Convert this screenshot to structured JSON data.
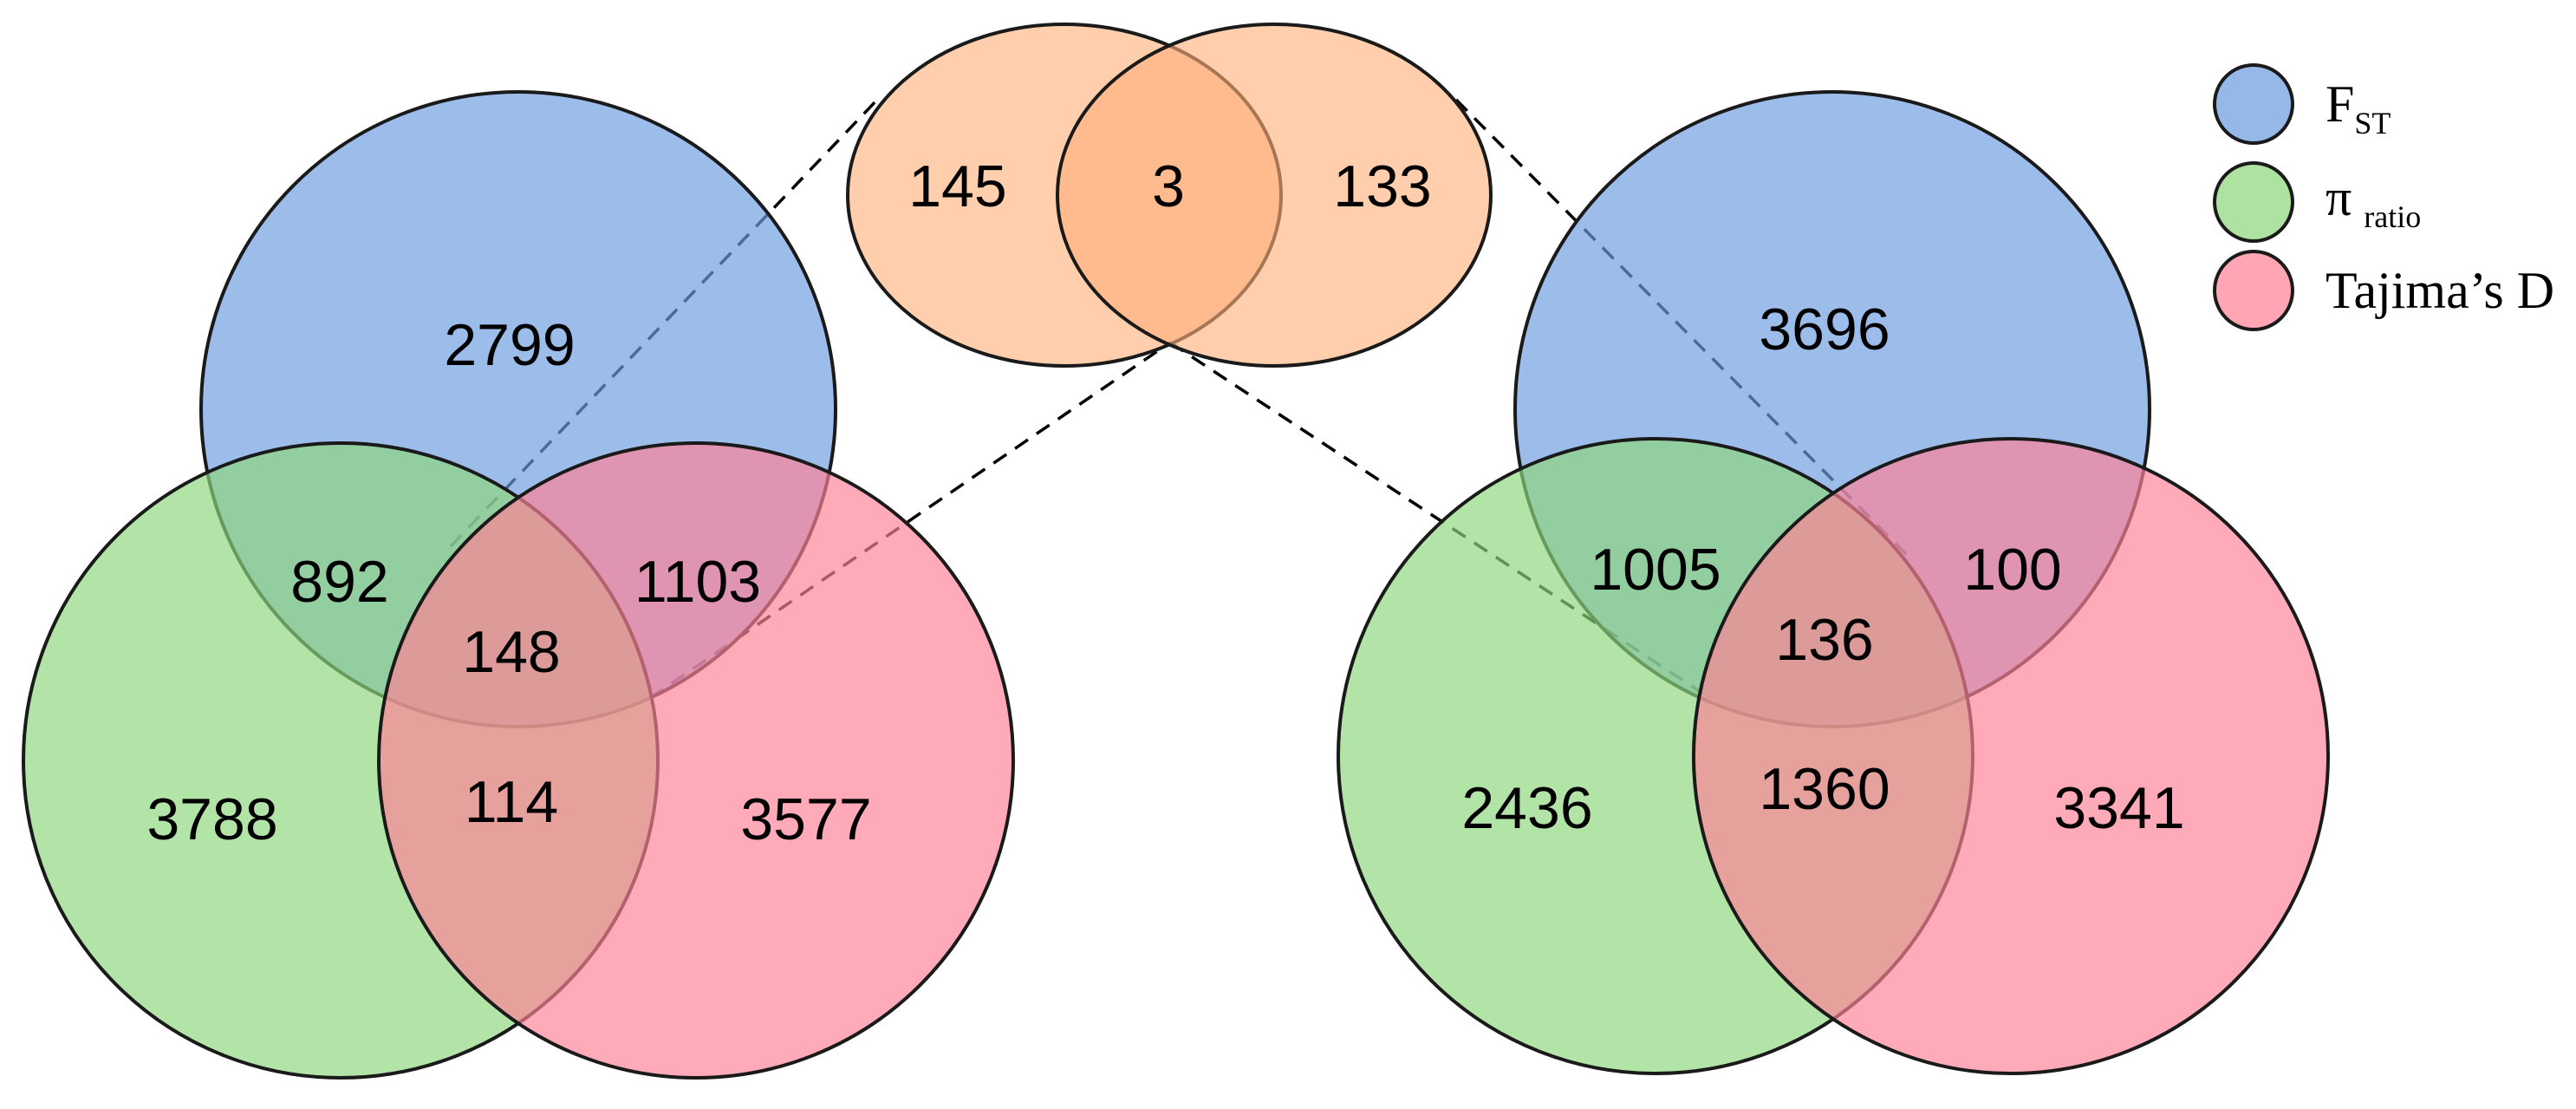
{
  "colors": {
    "fst": "#6d9ce0",
    "pi_ratio": "#8fd77d",
    "tajima": "#ff8296",
    "shared": "#ffb07a",
    "outline": "#1a1a1a"
  },
  "left_venn": {
    "fst_only": "2799",
    "fst_pi": "892",
    "fst_tajima": "1103",
    "all_three": "148",
    "pi_only": "3788",
    "pi_tajima": "114",
    "tajima_only": "3577"
  },
  "right_venn": {
    "fst_only": "3696",
    "fst_pi": "1005",
    "fst_tajima": "100",
    "all_three": "136",
    "pi_only": "2436",
    "pi_tajima": "1360",
    "tajima_only": "3341"
  },
  "top_venn": {
    "left_only": "145",
    "overlap": "3",
    "right_only": "133"
  },
  "legend": {
    "fst_main": "F",
    "fst_sub": "ST",
    "pi_main": "π",
    "pi_sub": "ratio",
    "tajima": "Tajima’s D"
  }
}
